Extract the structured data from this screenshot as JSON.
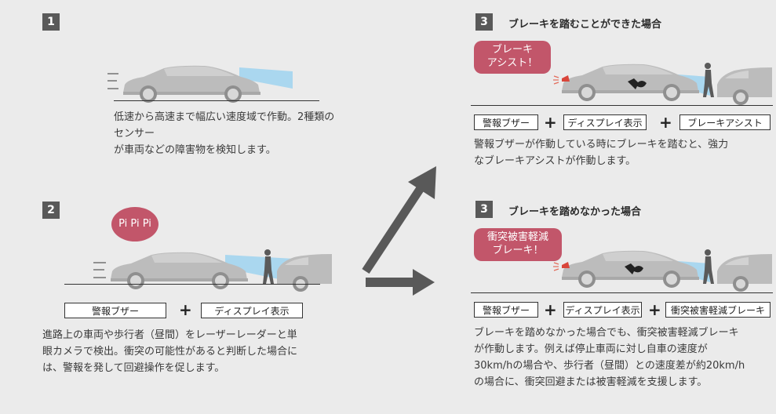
{
  "colors": {
    "background": "#ebebeb",
    "badge": "#595959",
    "bubble": "#c2566a",
    "car": "#b8b8b8",
    "sensor": "#9fd3f0",
    "arrow": "#595959"
  },
  "step1": {
    "number": "1",
    "description_line1": "低速から高速まで幅広い速度域で作動。2種類のセンサー",
    "description_line2": "が車両などの障害物を検知します。"
  },
  "step2": {
    "number": "2",
    "bubble": "Pi Pi Pi",
    "tags": [
      "警報ブザー",
      "ディスプレイ表示"
    ],
    "plus": "+",
    "description_line1": "進路上の車両や歩行者（昼間）をレーザーレーダーと単",
    "description_line2": "眼カメラで検出。衝突の可能性があると判断した場合に",
    "description_line3": "は、警報を発して回避操作を促します。"
  },
  "step3a": {
    "number": "3",
    "title": "ブレーキを踏むことができた場合",
    "bubble_line1": "ブレーキ",
    "bubble_line2": "アシスト！",
    "tags": [
      "警報ブザー",
      "ディスプレイ表示",
      "ブレーキアシスト"
    ],
    "plus": "+",
    "description_line1": "警報ブザーが作動している時にブレーキを踏むと、強力",
    "description_line2": "なブレーキアシストが作動します。"
  },
  "step3b": {
    "number": "3",
    "title": "ブレーキを踏めなかった場合",
    "bubble_line1": "衝突被害軽減",
    "bubble_line2": "ブレーキ！",
    "tags": [
      "警報ブザー",
      "ディスプレイ表示",
      "衝突被害軽減ブレーキ"
    ],
    "plus": "+",
    "description_line1": "ブレーキを踏めなかった場合でも、衝突被害軽減ブレーキ",
    "description_line2": "が作動します。例えば停止車両に対し自車の速度が",
    "description_line3": "30km/hの場合や、歩行者（昼間）との速度差が約20km/h",
    "description_line4": "の場合に、衝突回避または被害軽減を支援します。"
  }
}
